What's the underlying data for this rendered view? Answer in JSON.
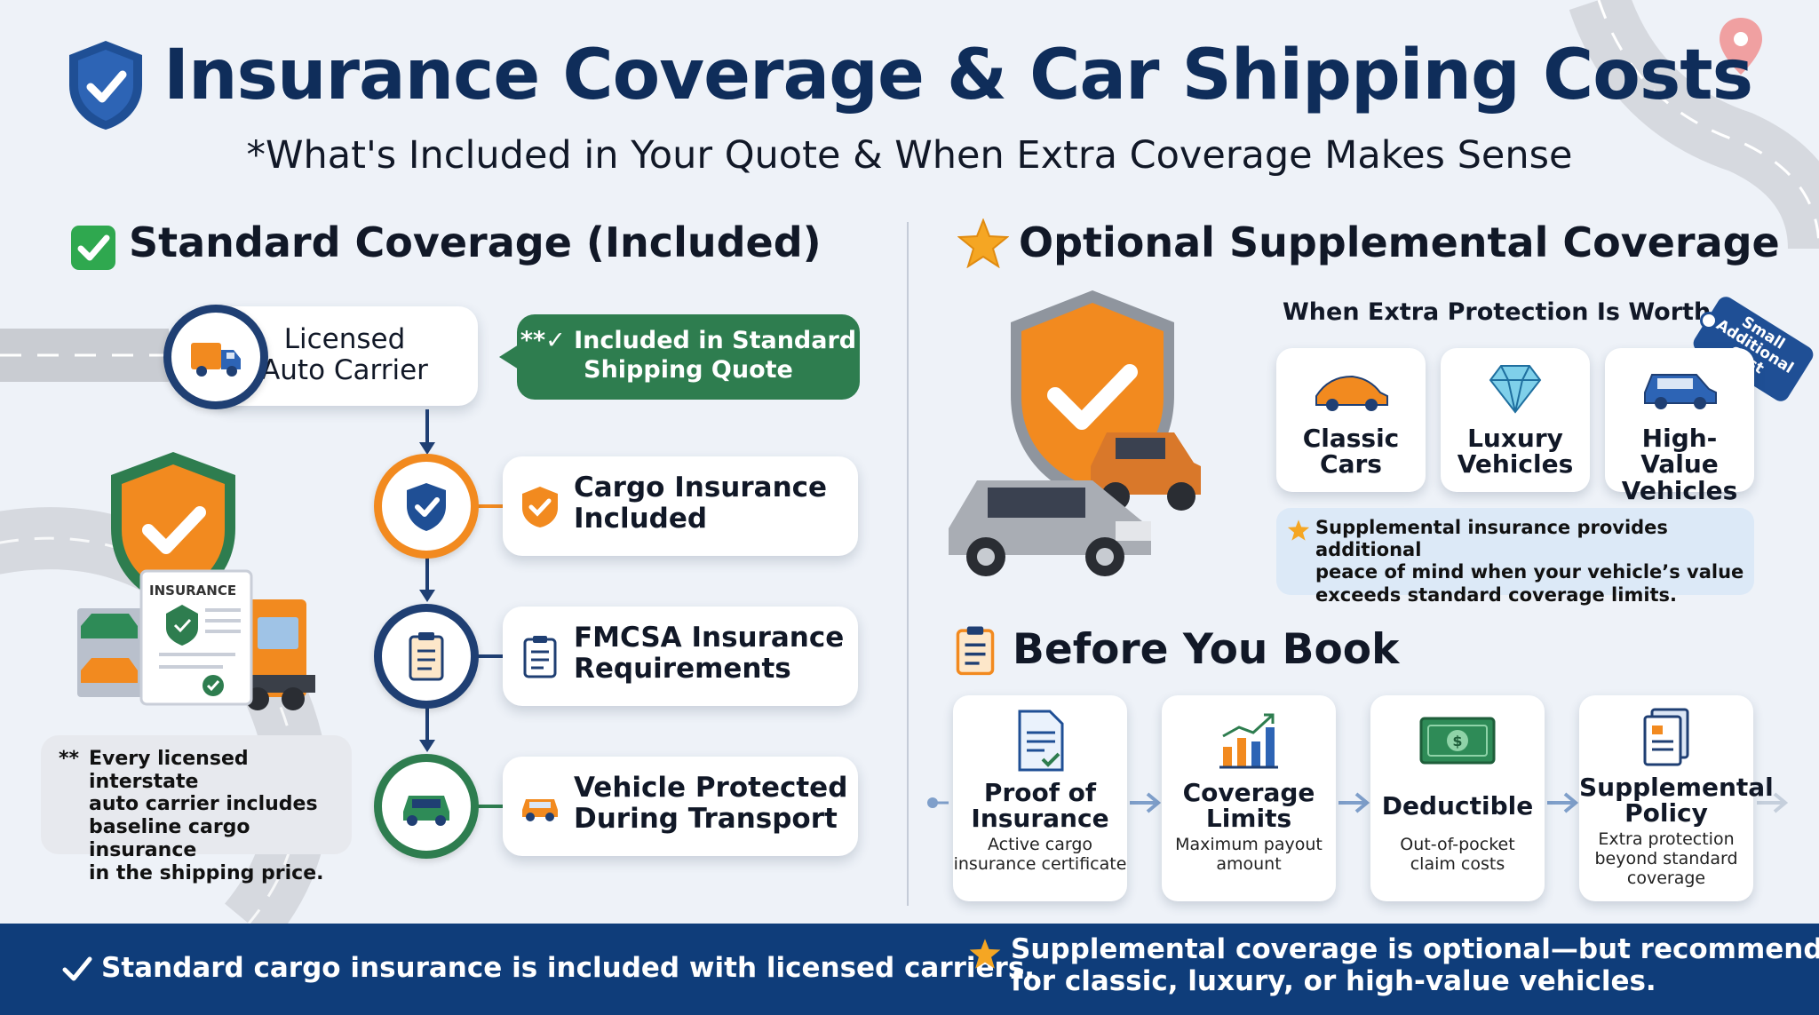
{
  "header": {
    "title": "Insurance Coverage & Car Shipping Costs",
    "subtitle": "*What's Included in Your Quote & When Extra Coverage Makes Sense"
  },
  "standard": {
    "heading": "Standard Coverage (Included)",
    "steps": [
      {
        "label_line1": "Licensed",
        "label_line2": "Auto Carrier",
        "icon": "truck-icon",
        "ring_color": "#1f3f73"
      },
      {
        "label_line1": "Cargo Insurance",
        "label_line2": "Included",
        "icon": "shield-check-icon",
        "ring_color": "#f28a1f"
      },
      {
        "label_line1": "FMCSA Insurance",
        "label_line2": "Requirements",
        "icon": "clipboard-icon",
        "ring_color": "#1f3f73"
      },
      {
        "label_line1": "Vehicle Protected",
        "label_line2": "During Transport",
        "icon": "car-icon",
        "ring_color": "#2e7d4f"
      }
    ],
    "included_badge": {
      "line1": "**✓ Included in Standard",
      "line2": "Shipping Quote"
    },
    "note": {
      "prefix": "**",
      "line1": "Every licensed interstate",
      "line2": "auto carrier includes",
      "line3": "baseline cargo insurance",
      "line4": "in the shipping price."
    },
    "document_label": "INSURANCE"
  },
  "optional": {
    "heading": "Optional Supplemental Coverage",
    "subheading": "When Extra Protection Is Worth It",
    "tag": {
      "line1": "Small",
      "line2": "Additional",
      "line3": "Cost"
    },
    "tiles": [
      {
        "line1": "Classic",
        "line2": "Cars",
        "icon": "classic-car-icon"
      },
      {
        "line1": "Luxury",
        "line2": "Vehicles",
        "icon": "diamond-icon"
      },
      {
        "line1": "High-Value",
        "line2": "Vehicles",
        "icon": "suv-icon"
      }
    ],
    "info": {
      "line1": "Supplemental insurance provides additional",
      "line2": "peace of mind when your vehicle’s value",
      "line3": "exceeds standard coverage limits."
    }
  },
  "before": {
    "heading": "Before You Book",
    "steps": [
      {
        "title1": "Proof of",
        "title2": "Insurance",
        "desc1": "Active cargo",
        "desc2": "insurance certificate",
        "icon": "certificate-icon"
      },
      {
        "title1": "Coverage",
        "title2": "Limits",
        "desc1": "Maximum payout",
        "desc2": "amount",
        "icon": "bar-chart-icon"
      },
      {
        "title1": "Deductible",
        "title2": "",
        "desc1": "Out-of-pocket",
        "desc2": "claim costs",
        "icon": "cash-icon"
      },
      {
        "title1": "Supplemental",
        "title2": "Policy",
        "desc1": "Extra protection",
        "desc2": "beyond standard",
        "desc3": "coverage",
        "icon": "policy-doc-icon"
      }
    ]
  },
  "footer": {
    "left": "Standard cargo insurance is included with licensed carriers.",
    "right_line1": "Supplemental coverage is optional—but recommended",
    "right_line2": "for classic, luxury, or high-value vehicles."
  },
  "colors": {
    "navy": "#0f2d5a",
    "orange": "#f28a1f",
    "green": "#2e7d4f",
    "footer": "#0f3d7a"
  }
}
